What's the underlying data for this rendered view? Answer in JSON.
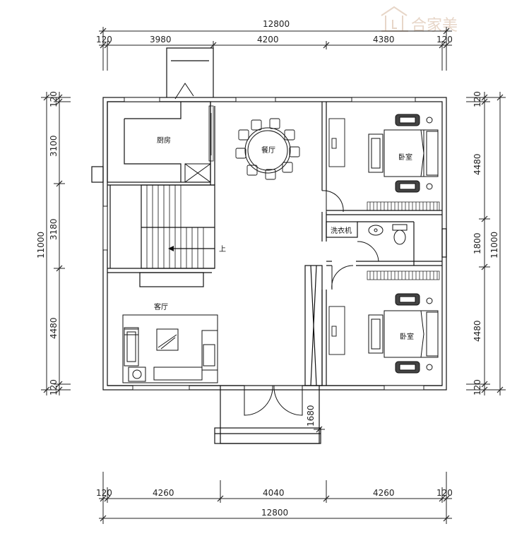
{
  "watermark": {
    "text": "合家美",
    "icon": "house-logo-icon"
  },
  "dims_top": {
    "total": "12800",
    "d1": "120",
    "d2": "3980",
    "d3": "4200",
    "d4": "4380",
    "d5": "120"
  },
  "dims_bottom": {
    "total": "12800",
    "d1": "120",
    "d2": "4260",
    "d3": "4040",
    "d4": "4260",
    "d5": "120"
  },
  "dims_left": {
    "total": "11000",
    "d1": "120",
    "d2": "3100",
    "d3": "3180",
    "d4": "4480",
    "d5": "120"
  },
  "dims_right": {
    "total": "11000",
    "d1": "120",
    "d2": "4480",
    "d3": "1800",
    "d4": "4480",
    "d5": "120"
  },
  "dim_porch": "1680",
  "rooms": {
    "kitchen": "厨房",
    "dining": "餐厅",
    "bedroom_top": "卧室",
    "bedroom_bottom": "卧室",
    "living": "客厅",
    "laundry": "洗衣机",
    "stair_up": "上"
  }
}
